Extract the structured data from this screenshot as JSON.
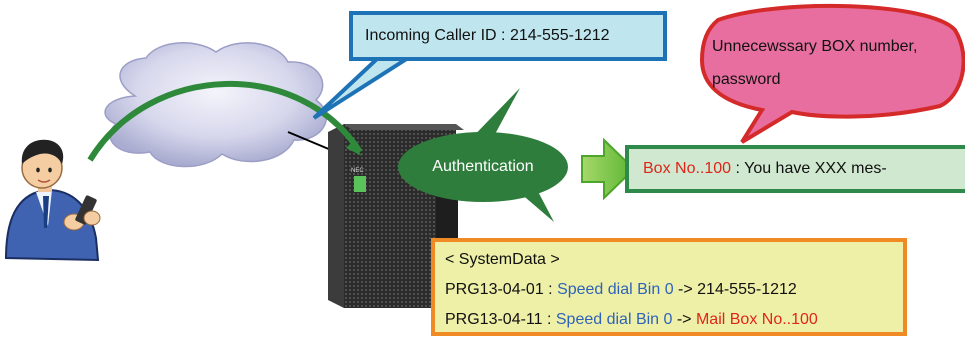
{
  "callout_caller_id": {
    "text": "Incoming Caller ID : 214-555-1212"
  },
  "callout_password": {
    "line1": "Unnecewssary BOX number,",
    "line2": "password"
  },
  "authentication": {
    "label": "Authentication"
  },
  "mailbox_message": {
    "box_no": "Box No..100",
    "message": " : You have XXX mes-"
  },
  "system_data": {
    "header": "< SystemData >",
    "rows": [
      {
        "prg": "PRG13-04-01 : ",
        "item": "Speed dial Bin 0",
        "arrow": " -> ",
        "value": "214-555-1212",
        "value_color": "#111111"
      },
      {
        "prg": "PRG13-04-11 : ",
        "item": "Speed dial Bin 0",
        "arrow": " -> ",
        "value": "Mail Box No..100",
        "value_color": "#e0251b"
      }
    ]
  },
  "device": {
    "badge": "NEC"
  },
  "colors": {
    "callout_blue_fill": "#bfe6ee",
    "callout_blue_border": "#1e73b7",
    "callout_pink_fill": "#e86ea0",
    "callout_pink_border": "#d42a2a",
    "green_ellipse": "#2f7d3c",
    "arrow_green": "#6abf45",
    "orange_border": "#f08a24",
    "yellow_fill": "#eef0a8",
    "red_text": "#e0251b",
    "blue_text": "#2e63b8"
  }
}
